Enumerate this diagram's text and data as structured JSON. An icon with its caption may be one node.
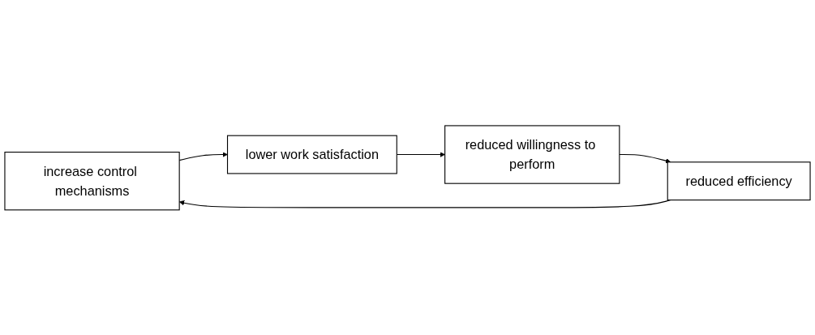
{
  "diagram": {
    "nodes": [
      {
        "text": [
          "increase control mechanisms"
        ]
      },
      {
        "text": [
          "lower work satisfaction"
        ]
      },
      {
        "text": [
          "reduced willingness to perform"
        ]
      },
      {
        "text": [
          "reduced efficiency"
        ]
      }
    ],
    "edges": [
      {
        "from": 0,
        "to": 1,
        "arrow": "to"
      },
      {
        "from": 1,
        "to": 2,
        "arrow": "to"
      },
      {
        "from": 2,
        "to": 3,
        "arrow": "to"
      },
      {
        "from": 3,
        "to": 0,
        "arrow": "to"
      }
    ]
  }
}
